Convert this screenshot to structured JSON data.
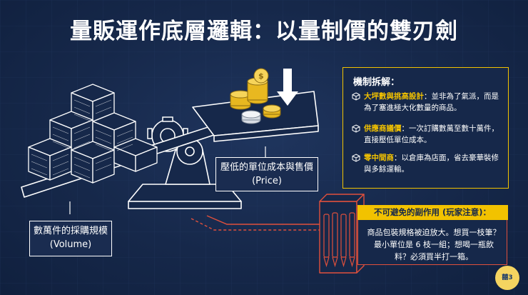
{
  "title": "量販運作底層邏輯：以量制價的雙刃劍",
  "labels": {
    "volume_line1": "數萬件的採購規模",
    "volume_line2": "(Volume)",
    "price_line1": "壓低的單位成本與售價",
    "price_line2": "(Price)"
  },
  "mechanism": {
    "title": "機制拆解：",
    "items": [
      {
        "icon": "cube-icon",
        "highlight": "大坪數與挑高設計",
        "text": "：並非為了氣派，而是為了塞進極大化數量的商品。"
      },
      {
        "icon": "cube-icon",
        "highlight": "供應商議價",
        "text": "：一次訂購數萬至數十萬件，直接壓低單位成本。"
      },
      {
        "icon": "cube-icon",
        "highlight": "零中間商",
        "text": "：以倉庫為店面，省去豪華裝修與多餘運輸。"
      }
    ]
  },
  "side_effect": {
    "title": "不可避免的副作用 (玩家注意)：",
    "body": "商品包裝規格被迫放大。想買一枝筆？最小單位是 6 枝一組；想喝一瓶飲料？必須買半打一箱。"
  },
  "logo": {
    "text": "囍3"
  },
  "colors": {
    "background": "#16284a",
    "accent": "#f2c200",
    "warning": "#e0503c",
    "line": "#ffffff"
  }
}
